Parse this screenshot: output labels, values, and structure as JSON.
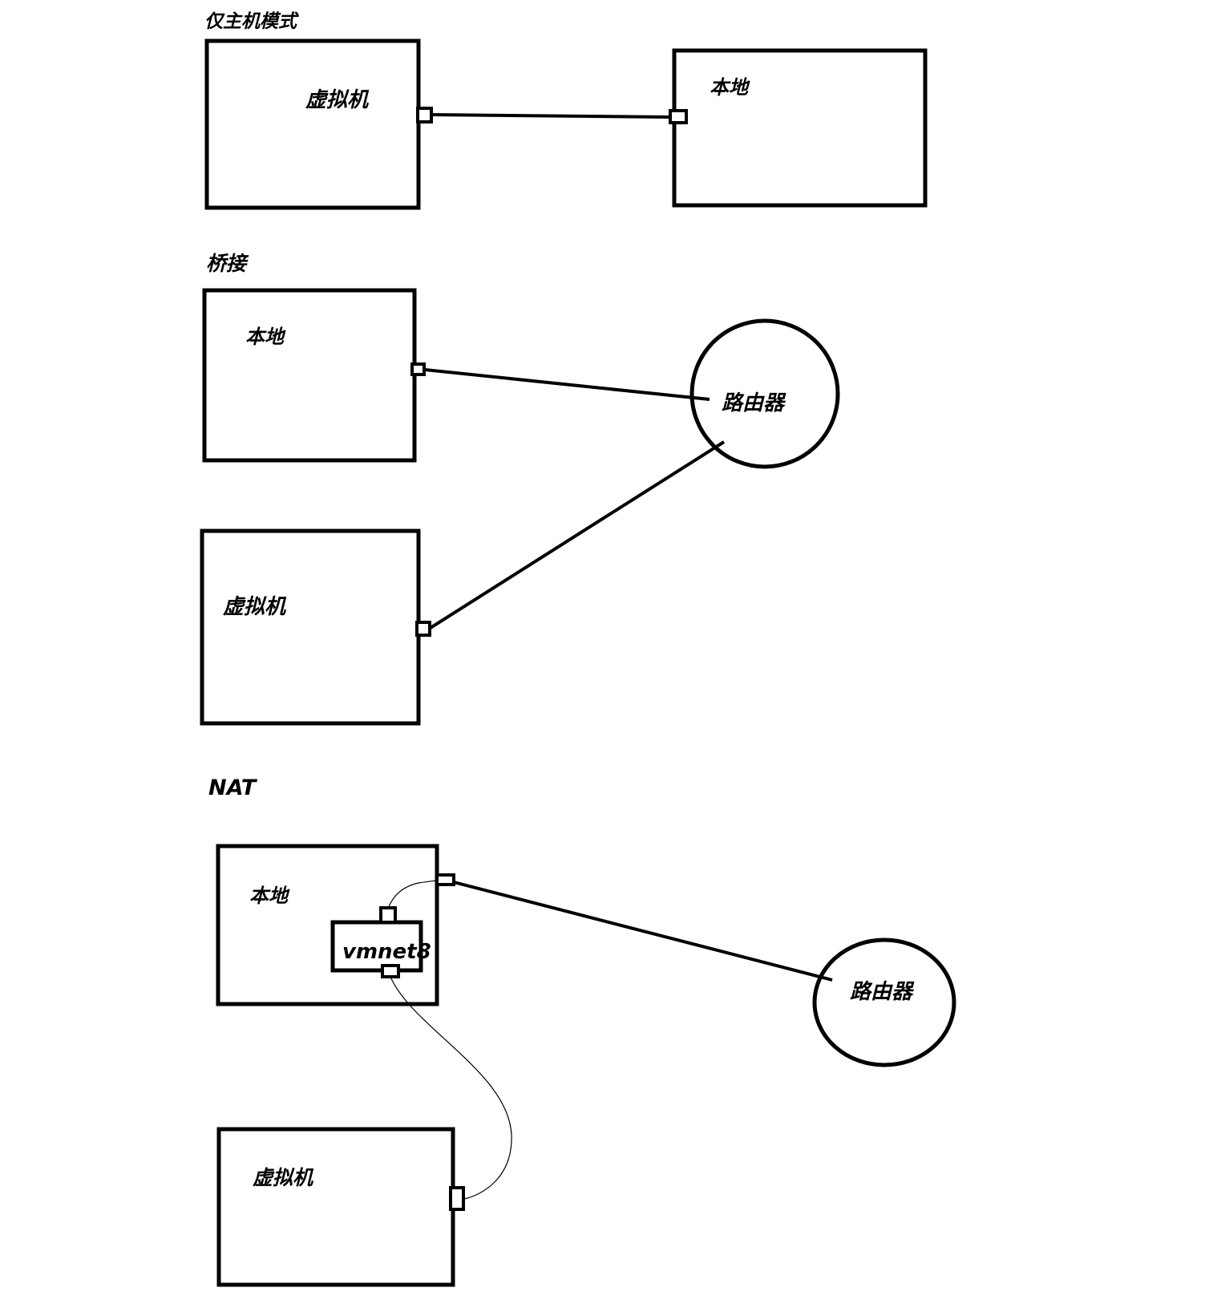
{
  "colors": {
    "background": "#ffffff",
    "stroke": "#000000"
  },
  "host_only": {
    "title": "仅主机模式",
    "vm": "虚拟机",
    "local": "本地"
  },
  "bridged": {
    "title": "桥接",
    "local": "本地",
    "vm": "虚拟机",
    "router": "路由器"
  },
  "nat": {
    "title": "NAT",
    "local": "本地",
    "vmnet": "vmnet8",
    "vm": "虚拟机",
    "router": "路由器"
  }
}
